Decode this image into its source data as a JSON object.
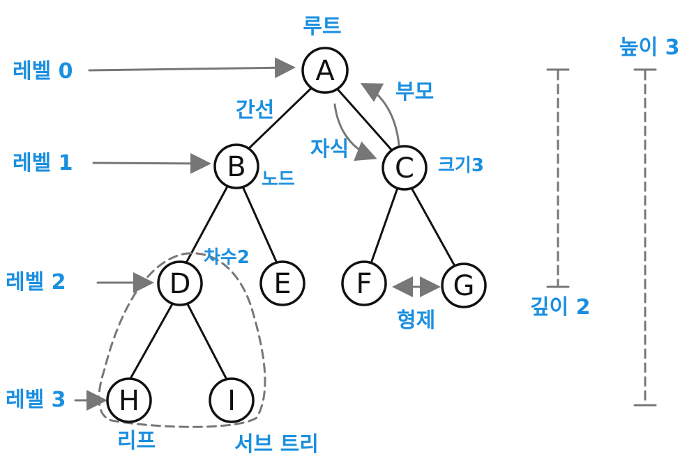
{
  "colors": {
    "label": "#1a8fe0",
    "line": "#111111",
    "annotation": "#777777"
  },
  "nodes": {
    "A": "A",
    "B": "B",
    "C": "C",
    "D": "D",
    "E": "E",
    "F": "F",
    "G": "G",
    "H": "H",
    "I": "I"
  },
  "labels": {
    "root": "루트",
    "level0": "레벨 0",
    "level1": "레벨 1",
    "level2": "레벨 2",
    "level3": "레벨 3",
    "edge": "간선",
    "node": "노드",
    "parent": "부모",
    "child": "자식",
    "size": "크기3",
    "degree": "차수2",
    "sibling": "형제",
    "leaf": "리프",
    "subtree": "서브 트리",
    "depth": "깊이 2",
    "height": "높이 3"
  }
}
